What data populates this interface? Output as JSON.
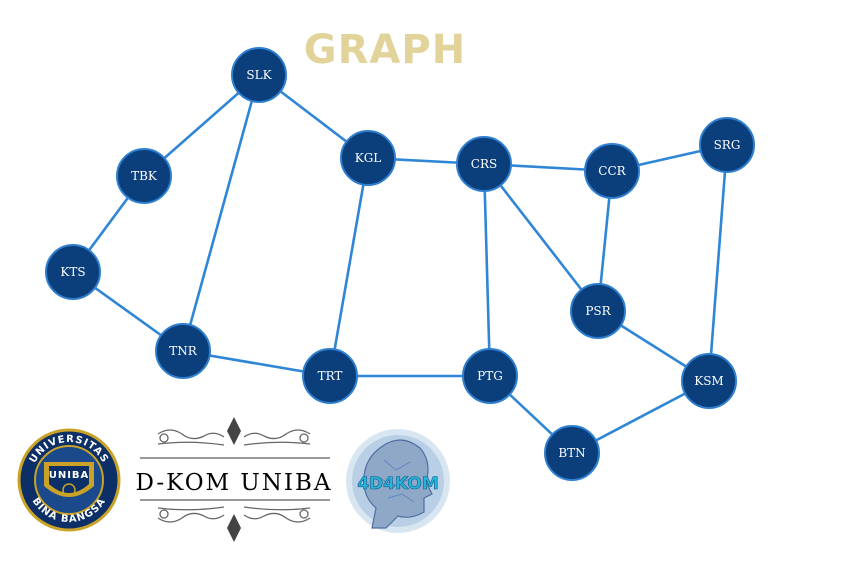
{
  "title": "GRAPH",
  "colors": {
    "title": "#e2d39a",
    "node_fill": "#0b3f7c",
    "node_stroke": "#2f7fd0",
    "edge": "#2f86d6"
  },
  "nodes": [
    {
      "id": "SLK",
      "label": "SLK"
    },
    {
      "id": "TBK",
      "label": "TBK"
    },
    {
      "id": "KTS",
      "label": "KTS"
    },
    {
      "id": "TNR",
      "label": "TNR"
    },
    {
      "id": "KGL",
      "label": "KGL"
    },
    {
      "id": "TRT",
      "label": "TRT"
    },
    {
      "id": "CRS",
      "label": "CRS"
    },
    {
      "id": "PTG",
      "label": "PTG"
    },
    {
      "id": "CCR",
      "label": "CCR"
    },
    {
      "id": "SRG",
      "label": "SRG"
    },
    {
      "id": "PSR",
      "label": "PSR"
    },
    {
      "id": "KSM",
      "label": "KSM"
    },
    {
      "id": "BTN",
      "label": "BTN"
    }
  ],
  "edges": [
    [
      "SLK",
      "TBK"
    ],
    [
      "SLK",
      "KGL"
    ],
    [
      "SLK",
      "TNR"
    ],
    [
      "TBK",
      "KTS"
    ],
    [
      "KTS",
      "TNR"
    ],
    [
      "TNR",
      "TRT"
    ],
    [
      "KGL",
      "TRT"
    ],
    [
      "KGL",
      "CRS"
    ],
    [
      "TRT",
      "PTG"
    ],
    [
      "CRS",
      "PTG"
    ],
    [
      "CRS",
      "CCR"
    ],
    [
      "CRS",
      "PSR"
    ],
    [
      "CCR",
      "SRG"
    ],
    [
      "CCR",
      "PSR"
    ],
    [
      "SRG",
      "KSM"
    ],
    [
      "PSR",
      "KSM"
    ],
    [
      "PTG",
      "BTN"
    ],
    [
      "BTN",
      "KSM"
    ]
  ],
  "branding": {
    "center_text": "D-KOM UNIBA",
    "left_logo": {
      "outer_text": "UNIVERSITAS BINA BANGSA",
      "inner_text": "UNIBA"
    },
    "right_logo": {
      "text": "4D4KOM"
    }
  }
}
